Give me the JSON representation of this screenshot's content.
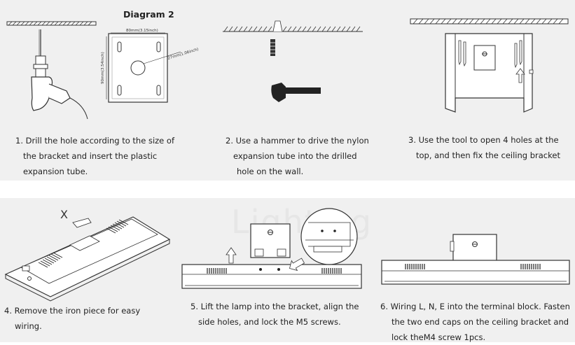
{
  "diagram_title": "Diagram 2",
  "bracket_dims": {
    "width": "80mm(3.15inch)",
    "height": "90mm(3.54inch)",
    "hole": "27mm(1.06inch)"
  },
  "steps": [
    {
      "lines": [
        "1. Drill the hole according to the size of",
        "the bracket and insert the plastic",
        "expansion tube."
      ]
    },
    {
      "lines": [
        "2. Use a hammer to drive the nylon",
        "expansion tube into the drilled",
        "hole on the wall."
      ]
    },
    {
      "lines": [
        "3. Use the tool to open 4 holes at the",
        "top, and then fix the ceiling bracket"
      ]
    },
    {
      "lines": [
        "4. Remove the iron piece for easy",
        "wiring."
      ]
    },
    {
      "lines": [
        "5. Lift the lamp into the bracket, align  the",
        "side holes, and lock the M5 screws."
      ]
    },
    {
      "lines": [
        "6. Wiring L, N, E into the terminal block. Fasten",
        "the two end caps on the ceiling bracket and",
        "lock theM4 screw 1pcs."
      ]
    }
  ],
  "marks": {
    "remove_mark": "X"
  },
  "watermark": "Lighting"
}
